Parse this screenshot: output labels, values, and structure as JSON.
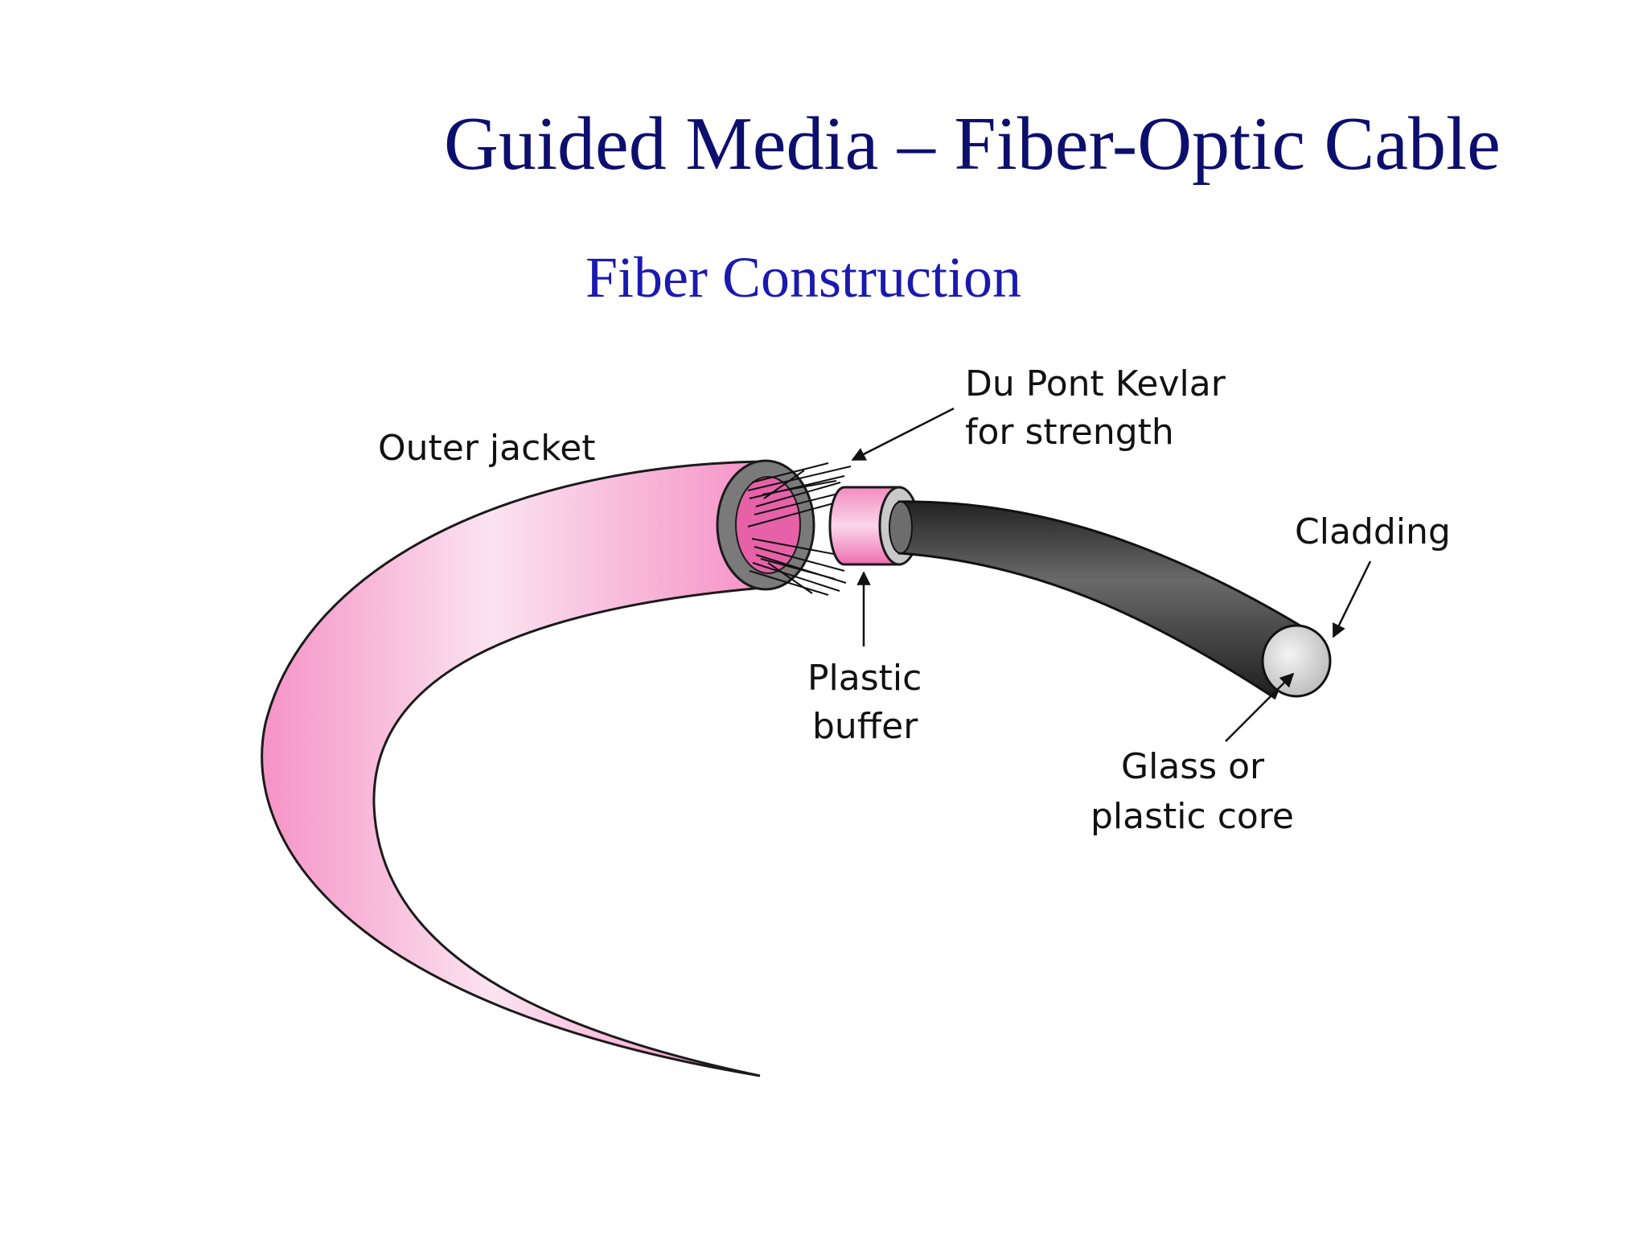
{
  "slide": {
    "title": "Guided Media – Fiber-Optic Cable",
    "subtitle": "Fiber Construction"
  },
  "diagram": {
    "labels": {
      "outer_jacket": "Outer jacket",
      "kevlar_line1": "Du Pont Kevlar",
      "kevlar_line2": "for strength",
      "cladding": "Cladding",
      "buffer_line1": "Plastic",
      "buffer_line2": "buffer",
      "core_line1": "Glass or",
      "core_line2": "plastic core"
    },
    "colors": {
      "jacket_pink": "#f7a6d2",
      "jacket_light": "#fbe6f1",
      "jacket_outline": "#1a1a1a",
      "ring_gray": "#7a7a7a",
      "cladding_dark": "#3a3a3a",
      "core_light": "#e2e2e2",
      "title_navy": "#0d0f6e",
      "subtitle_blue": "#1a1ab0"
    }
  }
}
